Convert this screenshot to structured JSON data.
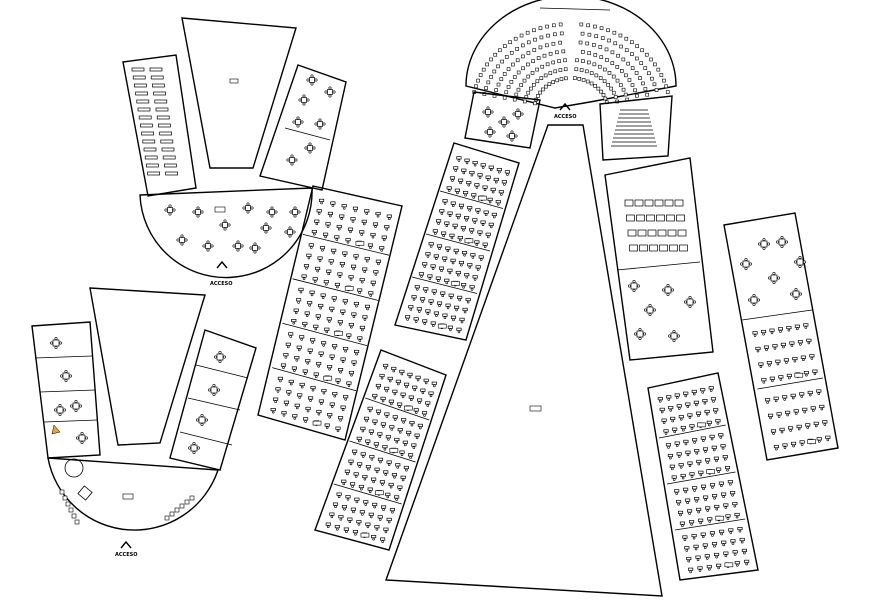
{
  "access_labels": {
    "top_left_building": "ACCESO",
    "bottom_left_building": "ACCESO",
    "right_building": "ACCESO"
  },
  "colors": {
    "lines": "#000000",
    "background": "#ffffff",
    "accent_mark": "#e8a33a"
  }
}
